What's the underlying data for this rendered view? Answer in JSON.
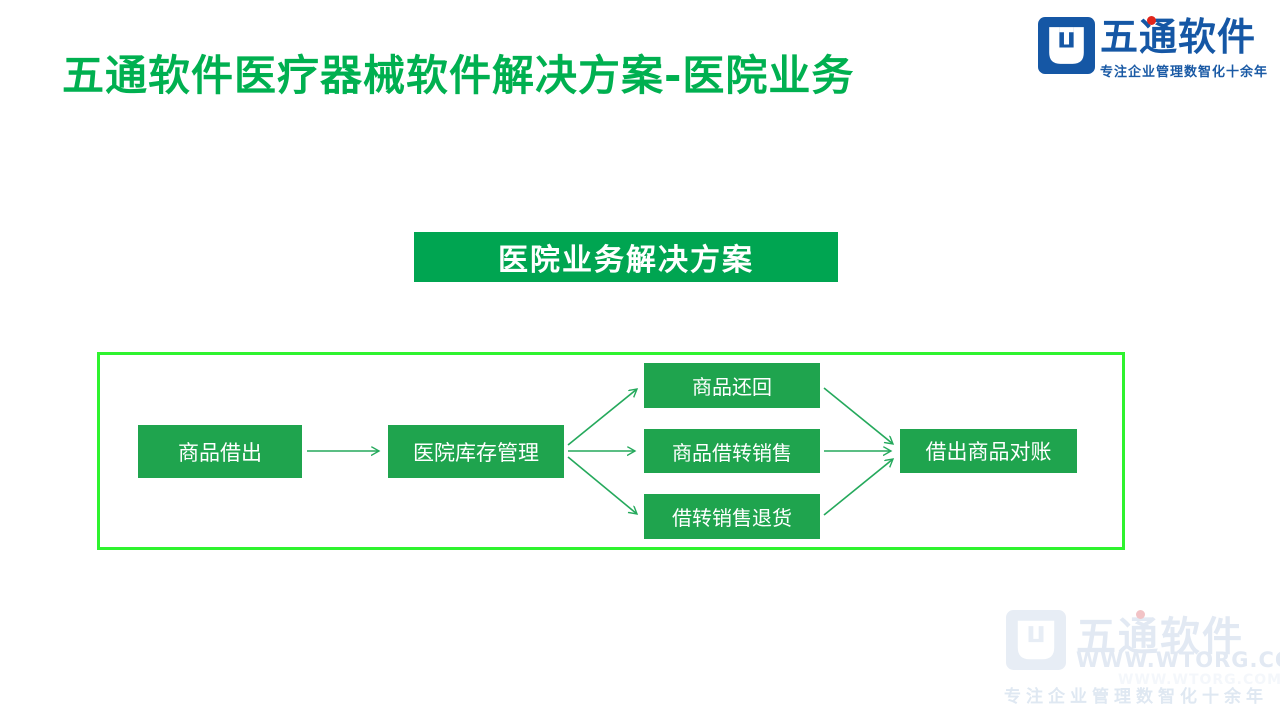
{
  "header": {
    "title": "五通软件医疗器械软件解决方案-医院业务",
    "logo": {
      "name": "五通软件",
      "tagline": "专注企业管理数智化十余年"
    }
  },
  "banner": {
    "label": "医院业务解决方案"
  },
  "flowchart": {
    "nodes": [
      {
        "id": "goods-lend",
        "label": "商品借出"
      },
      {
        "id": "hospital-inventory",
        "label": "医院库存管理"
      },
      {
        "id": "goods-return",
        "label": "商品还回"
      },
      {
        "id": "loan-to-sale",
        "label": "商品借转销售"
      },
      {
        "id": "loan-to-sale-refund",
        "label": "借转销售退货"
      },
      {
        "id": "lend-reconciliation",
        "label": "借出商品对账"
      }
    ],
    "edges": [
      [
        "商品借出",
        "医院库存管理"
      ],
      [
        "医院库存管理",
        "商品还回"
      ],
      [
        "医院库存管理",
        "商品借转销售"
      ],
      [
        "医院库存管理",
        "借转销售退货"
      ],
      [
        "商品还回",
        "借出商品对账"
      ],
      [
        "商品借转销售",
        "借出商品对账"
      ],
      [
        "借转销售退货",
        "借出商品对账"
      ]
    ]
  },
  "watermark": {
    "name": "五通软件",
    "url": "WWW.WTORG.COM",
    "tagline": "专注企业管理数智化十余年"
  },
  "colors": {
    "title_green": "#00B050",
    "banner_green": "#00A551",
    "node_green": "#1FA44E",
    "frame_green": "#2FF32F",
    "arrow_green": "#25A95C",
    "logo_blue": "#1557A5",
    "logo_red": "#E1251B",
    "watermark_blue": "#E2E9F3"
  }
}
